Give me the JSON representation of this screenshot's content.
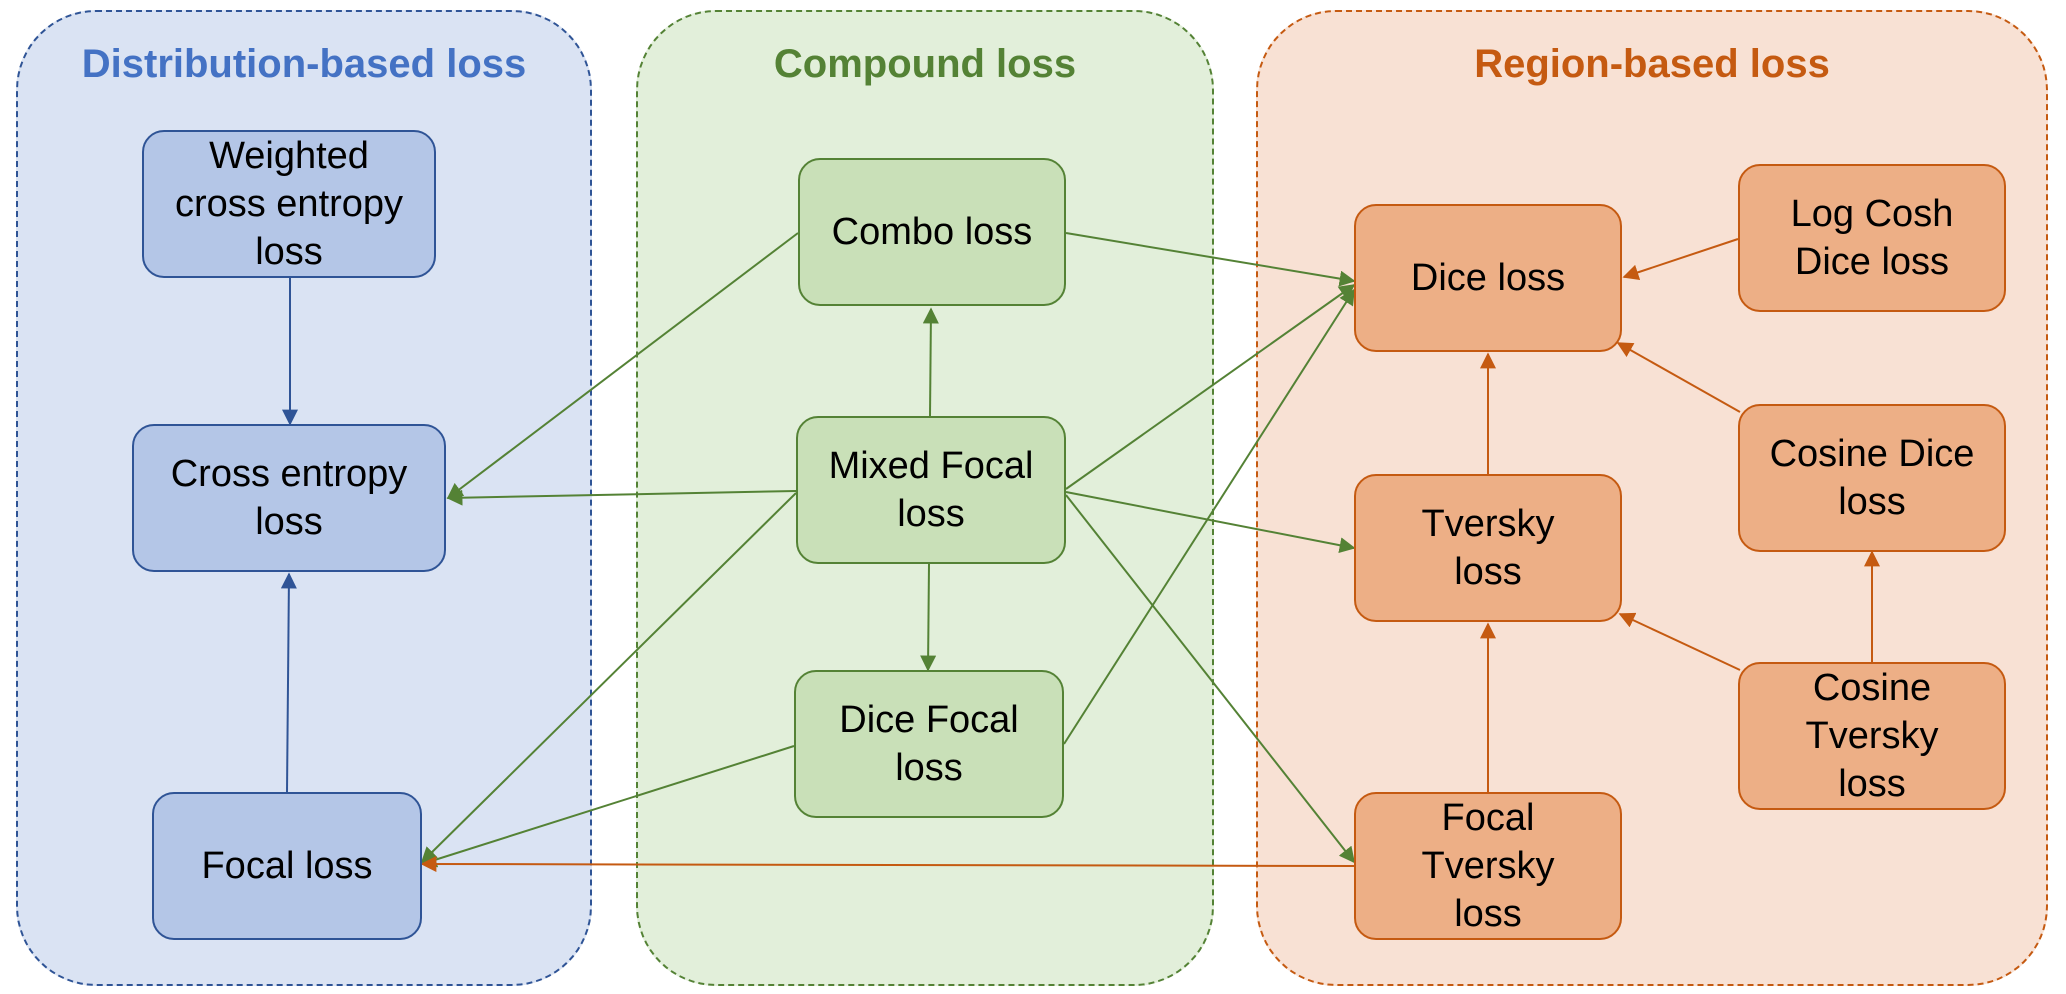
{
  "groups": {
    "distribution": {
      "title": "Distribution-based loss",
      "color": "#4472c4"
    },
    "compound": {
      "title": "Compound loss",
      "color": "#548235"
    },
    "region": {
      "title": "Region-based loss",
      "color": "#c55a11"
    }
  },
  "nodes": {
    "weighted_ce": "Weighted\ncross entropy\nloss",
    "cross_entropy": "Cross entropy\nloss",
    "focal": "Focal loss",
    "combo": "Combo loss",
    "mixed_focal": "Mixed Focal\nloss",
    "dice_focal": "Dice Focal\nloss",
    "dice": "Dice loss",
    "log_cosh_dice": "Log Cosh\nDice loss",
    "cosine_dice": "Cosine Dice\nloss",
    "tversky": "Tversky\nloss",
    "cosine_tversky": "Cosine\nTversky\nloss",
    "focal_tversky": "Focal\nTversky\nloss"
  },
  "colors": {
    "blue_edge": "#2f5496",
    "green_edge": "#548235",
    "orange_edge": "#c55a11"
  }
}
